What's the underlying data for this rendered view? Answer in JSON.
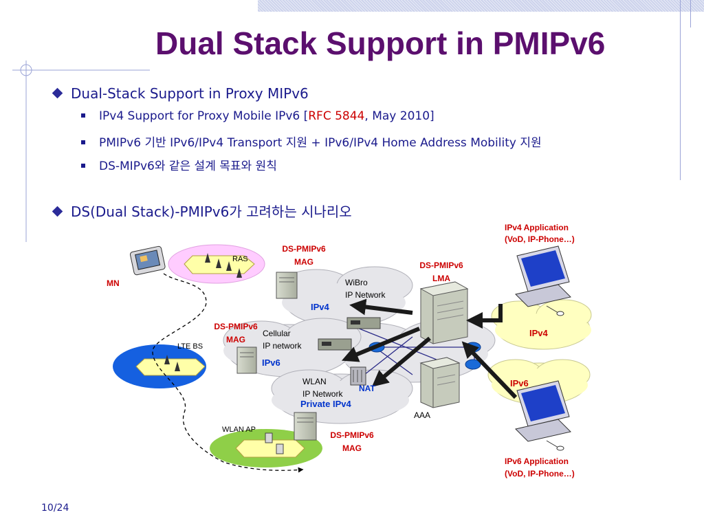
{
  "slide": {
    "title": "Dual Stack Support in PMIPv6",
    "page": "10/24"
  },
  "bullets": {
    "b1": "Dual-Stack Support in Proxy MIPv6",
    "b1_1_pre": "IPv4 Support for Proxy Mobile IPv6 [",
    "b1_1_rfc": "RFC 5844",
    "b1_1_post": ", May 2010]",
    "b1_2": "PMIPv6 기반 IPv6/IPv4 Transport 지원 + IPv6/IPv4 Home Address Mobility 지원",
    "b1_3": "DS-MIPv6와 같은 설계 목표와 원칙",
    "b2": "DS(Dual Stack)-PMIPv6가 고려하는 시나리오"
  },
  "diagram": {
    "mn": "MN",
    "ras": "RAS",
    "lte_bs": "LTE BS",
    "wlan_ap": "WLAN AP",
    "mag_top_1": "DS-PMIPv6",
    "mag_top_2": "MAG",
    "mag_mid_1": "DS-PMIPv6",
    "mag_mid_2": "MAG",
    "mag_bot_1": "DS-PMIPv6",
    "mag_bot_2": "MAG",
    "lma_1": "DS-PMIPv6",
    "lma_2": "LMA",
    "wibro_1": "WiBro",
    "wibro_2": "IP Network",
    "ipv4_net": "IPv4",
    "cellular_1": "Cellular",
    "cellular_2": "IP network",
    "ipv6_net": "IPv6",
    "wlan_1": "WLAN",
    "wlan_2": "IP Network",
    "private_ipv4": "Private IPv4",
    "nat": "NAT",
    "aaa": "AAA",
    "right_ipv4": "IPv4",
    "right_ipv6": "IPv6",
    "app4_1": "IPv4 Application",
    "app4_2": "(VoD, IP-Phone…)",
    "app6_1": "IPv6 Application",
    "app6_2": "(VoD, IP-Phone…)"
  },
  "colors": {
    "title": "#5b0f6e",
    "body_text": "#1a1a8c",
    "accent_red": "#cc0000",
    "network_blue": "#0033cc",
    "cloud_gray": "#e6e6ea",
    "cloud_yellow": "#ffffc0",
    "ras_pink": "#ffccff",
    "lte_blue": "#1560e0",
    "wlan_green": "#8fcf48"
  }
}
